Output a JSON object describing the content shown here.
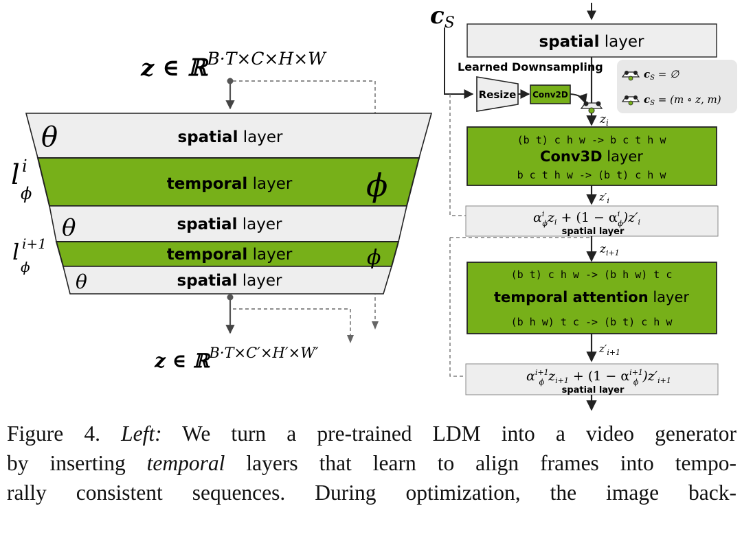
{
  "left": {
    "input_expr": "z ∈ ℝ",
    "input_sup": "B·T×C×H×W",
    "output_expr": "z ∈ ℝ",
    "output_sup": "B·T×C′×H′×W′",
    "layers": [
      {
        "bold": "spatial",
        "rest": " layer",
        "param": "θ"
      },
      {
        "bold": "temporal",
        "rest": " layer",
        "param": "ϕ"
      },
      {
        "bold": "spatial",
        "rest": " layer",
        "param": "θ"
      },
      {
        "bold": "temporal",
        "rest": " layer",
        "param": "ϕ"
      },
      {
        "bold": "spatial",
        "rest": " layer",
        "param": "θ"
      }
    ],
    "label_l1": "l",
    "label_l1_sup": "i",
    "label_l1_sub": "ϕ",
    "label_l2": "l",
    "label_l2_sup": "i+1",
    "label_l2_sub": "ϕ"
  },
  "right": {
    "cs": "c",
    "cs_sub": "S",
    "top_layer": {
      "bold": "spatial",
      "rest": " layer"
    },
    "learned_downsampling": "Learned Downsampling",
    "resize": "Resize",
    "conv2d": "Conv2D",
    "legend": [
      {
        "lhs": "c",
        "sub": "S",
        "rhs": " = ∅"
      },
      {
        "lhs": "c",
        "sub": "S",
        "rhs": " = (m ∘ z, m)"
      }
    ],
    "z_i": "z",
    "z_i_sub": "i",
    "conv3d": {
      "line1": "(b t) c h w -> b c t h w",
      "bold": "Conv3D",
      "rest": " layer",
      "line3": "b c t h w -> (b t) c h w"
    },
    "z_i_prime": "z′",
    "z_i_prime_sub": "i",
    "blend1": {
      "formula": "α",
      "a_sup": "i",
      "a_sub": "ϕ",
      "mid": "z",
      "mid_sub": "i",
      "plus": " + (1 − α",
      "b_sup": "i",
      "b_sub": "ϕ",
      "end": ")z′",
      "end_sub": "i",
      "label": "spatial layer"
    },
    "z_i1": "z",
    "z_i1_sub": "i+1",
    "temporal_attention": {
      "line1": "(b t) c h w -> (b h w) t c",
      "bold": "temporal attention",
      "rest": " layer",
      "line3": "(b h w) t c -> (b t) c h w"
    },
    "z_i1_prime": "z′",
    "z_i1_prime_sub": "i+1",
    "blend2": {
      "formula": "α",
      "a_sup": "i+1",
      "a_sub": "ϕ",
      "mid": "z",
      "mid_sub": "i+1",
      "plus": " + (1 − α",
      "b_sup": "i+1",
      "b_sub": "ϕ",
      "end": ")z′",
      "end_sub": "i+1",
      "label": "spatial layer"
    }
  },
  "caption": {
    "fig": "Figure 4. ",
    "left_label": "Left:",
    "line1_rest": " We turn a pre-trained LDM into a video generator",
    "line2_a": "by inserting ",
    "line2_em": "temporal",
    "line2_b": " layers that learn to align frames into tempo-",
    "line3": "rally consistent sequences. During optimization, the image back-"
  },
  "colors": {
    "green": "#77b019",
    "gray_fill": "#eeeeee",
    "stroke": "#222222"
  }
}
